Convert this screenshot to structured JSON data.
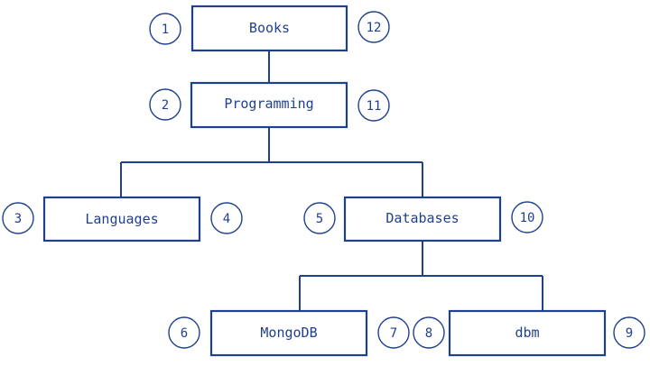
{
  "colors": {
    "line": "#1f3f8f",
    "text": "#1f3f8f",
    "background": "#ffffff"
  },
  "nodes": {
    "books": {
      "label": "Books",
      "left_number": "1",
      "right_number": "12"
    },
    "programming": {
      "label": "Programming",
      "left_number": "2",
      "right_number": "11"
    },
    "languages": {
      "label": "Languages",
      "left_number": "3",
      "right_number": "4"
    },
    "databases": {
      "label": "Databases",
      "left_number": "5",
      "right_number": "10"
    },
    "mongodb": {
      "label": "MongoDB",
      "left_number": "6",
      "right_number": "7"
    },
    "dbm": {
      "label": "dbm",
      "left_number": "8",
      "right_number": "9"
    }
  }
}
